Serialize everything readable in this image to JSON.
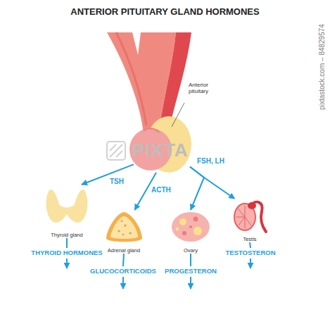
{
  "diagram": {
    "title": "ANTERIOR PITUITARY GLAND HORMONES",
    "nodes": [
      {
        "text": [
          "Anterior pituitary"
        ]
      },
      {
        "text": [
          "Thyroid gland"
        ]
      },
      {
        "text": [
          "Adrenal gland"
        ]
      },
      {
        "text": [
          "Ovary"
        ]
      },
      {
        "text": [
          "Testis"
        ]
      },
      {
        "text": [
          "THYROID HORMONES"
        ]
      },
      {
        "text": [
          "GLUCOCORTICOIDS"
        ]
      },
      {
        "text": [
          "PROGESTERON"
        ]
      },
      {
        "text": [
          "TESTOSTERON"
        ]
      }
    ],
    "edges": [
      {
        "from": 0,
        "to": 1,
        "label": "TSH",
        "arrow": "to"
      },
      {
        "from": 0,
        "to": 2,
        "label": "ACTH",
        "arrow": "to"
      },
      {
        "from": 0,
        "to": 3,
        "label": "FSH, LH",
        "arrow": "to"
      },
      {
        "from": 0,
        "to": 4,
        "arrow": "to"
      },
      {
        "from": 1,
        "to": 5,
        "arrow": "none"
      },
      {
        "from": 2,
        "to": 6,
        "arrow": "none"
      },
      {
        "from": 3,
        "to": 7,
        "arrow": "none"
      },
      {
        "from": 4,
        "to": 8,
        "arrow": "none"
      }
    ],
    "labels": [
      "PIXTA",
      "pixtastock.com – 84829574"
    ]
  }
}
